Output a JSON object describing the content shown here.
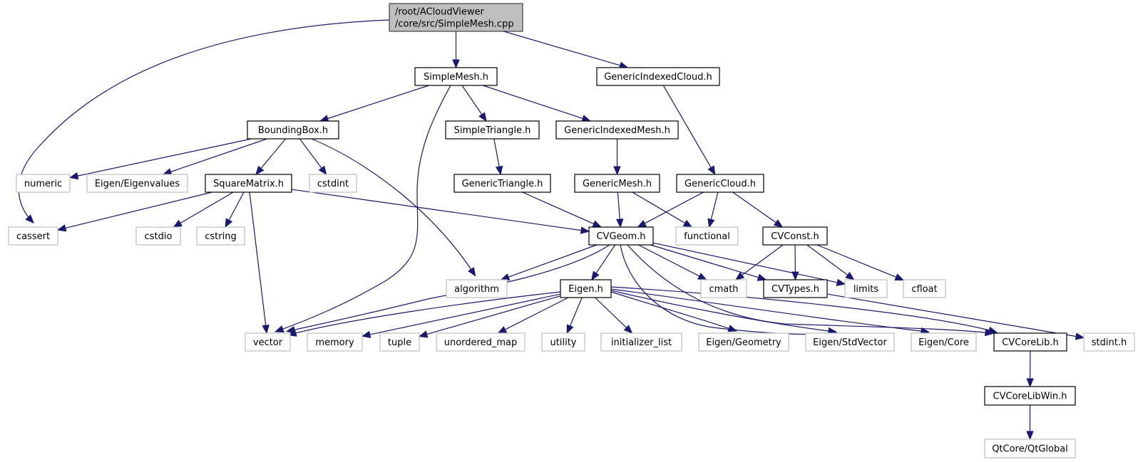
{
  "diagram": {
    "title": "Include dependency graph for SimpleMesh.cpp",
    "edge_color": "#191970",
    "root_fill": "#bfbfbf",
    "external_border": "#bfbfbf",
    "nodes": [
      {
        "id": "root",
        "label": [
          "/root/ACloudViewer",
          "/core/src/SimpleMesh.cpp"
        ],
        "kind": "root"
      },
      {
        "id": "SimpleMesh",
        "label": [
          "SimpleMesh.h"
        ],
        "kind": "local"
      },
      {
        "id": "GenericIndexedCloud",
        "label": [
          "GenericIndexedCloud.h"
        ],
        "kind": "local"
      },
      {
        "id": "BoundingBox",
        "label": [
          "BoundingBox.h"
        ],
        "kind": "local"
      },
      {
        "id": "SimpleTriangle",
        "label": [
          "SimpleTriangle.h"
        ],
        "kind": "local"
      },
      {
        "id": "GenericIndexedMesh",
        "label": [
          "GenericIndexedMesh.h"
        ],
        "kind": "local"
      },
      {
        "id": "numeric",
        "label": [
          "numeric"
        ],
        "kind": "external"
      },
      {
        "id": "EigenEigenvalues",
        "label": [
          "Eigen/Eigenvalues"
        ],
        "kind": "external"
      },
      {
        "id": "SquareMatrix",
        "label": [
          "SquareMatrix.h"
        ],
        "kind": "local"
      },
      {
        "id": "cstdint",
        "label": [
          "cstdint"
        ],
        "kind": "external"
      },
      {
        "id": "GenericTriangle",
        "label": [
          "GenericTriangle.h"
        ],
        "kind": "local"
      },
      {
        "id": "GenericMesh",
        "label": [
          "GenericMesh.h"
        ],
        "kind": "local"
      },
      {
        "id": "GenericCloud",
        "label": [
          "GenericCloud.h"
        ],
        "kind": "local"
      },
      {
        "id": "cassert",
        "label": [
          "cassert"
        ],
        "kind": "external"
      },
      {
        "id": "cstdio",
        "label": [
          "cstdio"
        ],
        "kind": "external"
      },
      {
        "id": "cstring",
        "label": [
          "cstring"
        ],
        "kind": "external"
      },
      {
        "id": "CVGeom",
        "label": [
          "CVGeom.h"
        ],
        "kind": "local"
      },
      {
        "id": "functional",
        "label": [
          "functional"
        ],
        "kind": "external"
      },
      {
        "id": "CVConst",
        "label": [
          "CVConst.h"
        ],
        "kind": "local"
      },
      {
        "id": "algorithm",
        "label": [
          "algorithm"
        ],
        "kind": "external"
      },
      {
        "id": "Eigen",
        "label": [
          "Eigen.h"
        ],
        "kind": "local"
      },
      {
        "id": "cmath",
        "label": [
          "cmath"
        ],
        "kind": "external"
      },
      {
        "id": "CVTypes",
        "label": [
          "CVTypes.h"
        ],
        "kind": "local"
      },
      {
        "id": "limits",
        "label": [
          "limits"
        ],
        "kind": "external"
      },
      {
        "id": "cfloat",
        "label": [
          "cfloat"
        ],
        "kind": "external"
      },
      {
        "id": "vector",
        "label": [
          "vector"
        ],
        "kind": "external"
      },
      {
        "id": "memory",
        "label": [
          "memory"
        ],
        "kind": "external"
      },
      {
        "id": "tuple",
        "label": [
          "tuple"
        ],
        "kind": "external"
      },
      {
        "id": "unordered_map",
        "label": [
          "unordered_map"
        ],
        "kind": "external"
      },
      {
        "id": "utility",
        "label": [
          "utility"
        ],
        "kind": "external"
      },
      {
        "id": "initializer_list",
        "label": [
          "initializer_list"
        ],
        "kind": "external"
      },
      {
        "id": "EigenGeometry",
        "label": [
          "Eigen/Geometry"
        ],
        "kind": "external"
      },
      {
        "id": "EigenStdVector",
        "label": [
          "Eigen/StdVector"
        ],
        "kind": "external"
      },
      {
        "id": "EigenCore",
        "label": [
          "Eigen/Core"
        ],
        "kind": "external"
      },
      {
        "id": "CVCoreLib",
        "label": [
          "CVCoreLib.h"
        ],
        "kind": "local"
      },
      {
        "id": "stdint",
        "label": [
          "stdint.h"
        ],
        "kind": "external"
      },
      {
        "id": "CVCoreLibWin",
        "label": [
          "CVCoreLibWin.h"
        ],
        "kind": "local"
      },
      {
        "id": "QtGlobal",
        "label": [
          "QtCore/QtGlobal"
        ],
        "kind": "external"
      }
    ],
    "edges": [
      [
        "root",
        "SimpleMesh"
      ],
      [
        "root",
        "GenericIndexedCloud"
      ],
      [
        "root",
        "cassert"
      ],
      [
        "SimpleMesh",
        "BoundingBox"
      ],
      [
        "SimpleMesh",
        "SimpleTriangle"
      ],
      [
        "SimpleMesh",
        "GenericIndexedMesh"
      ],
      [
        "SimpleMesh",
        "vector"
      ],
      [
        "GenericIndexedCloud",
        "GenericCloud"
      ],
      [
        "BoundingBox",
        "numeric"
      ],
      [
        "BoundingBox",
        "EigenEigenvalues"
      ],
      [
        "BoundingBox",
        "SquareMatrix"
      ],
      [
        "BoundingBox",
        "cstdint"
      ],
      [
        "BoundingBox",
        "algorithm"
      ],
      [
        "SimpleTriangle",
        "GenericTriangle"
      ],
      [
        "GenericIndexedMesh",
        "GenericMesh"
      ],
      [
        "SquareMatrix",
        "cassert"
      ],
      [
        "SquareMatrix",
        "cstdio"
      ],
      [
        "SquareMatrix",
        "cstring"
      ],
      [
        "SquareMatrix",
        "vector"
      ],
      [
        "SquareMatrix",
        "CVGeom"
      ],
      [
        "GenericTriangle",
        "CVGeom"
      ],
      [
        "GenericMesh",
        "CVGeom"
      ],
      [
        "GenericMesh",
        "functional"
      ],
      [
        "GenericCloud",
        "CVGeom"
      ],
      [
        "GenericCloud",
        "functional"
      ],
      [
        "GenericCloud",
        "CVConst"
      ],
      [
        "CVGeom",
        "algorithm"
      ],
      [
        "CVGeom",
        "vector"
      ],
      [
        "CVGeom",
        "Eigen"
      ],
      [
        "CVGeom",
        "cmath"
      ],
      [
        "CVGeom",
        "CVTypes"
      ],
      [
        "CVGeom",
        "limits"
      ],
      [
        "CVGeom",
        "EigenStdVector"
      ],
      [
        "CVGeom",
        "CVCoreLib"
      ],
      [
        "CVConst",
        "cmath"
      ],
      [
        "CVConst",
        "CVTypes"
      ],
      [
        "CVConst",
        "limits"
      ],
      [
        "CVConst",
        "cfloat"
      ],
      [
        "Eigen",
        "vector"
      ],
      [
        "Eigen",
        "memory"
      ],
      [
        "Eigen",
        "tuple"
      ],
      [
        "Eigen",
        "unordered_map"
      ],
      [
        "Eigen",
        "utility"
      ],
      [
        "Eigen",
        "initializer_list"
      ],
      [
        "Eigen",
        "EigenGeometry"
      ],
      [
        "Eigen",
        "EigenStdVector"
      ],
      [
        "Eigen",
        "EigenCore"
      ],
      [
        "Eigen",
        "CVCoreLib"
      ],
      [
        "CVTypes",
        "stdint"
      ],
      [
        "CVCoreLib",
        "CVCoreLibWin"
      ],
      [
        "CVCoreLibWin",
        "QtGlobal"
      ]
    ]
  }
}
